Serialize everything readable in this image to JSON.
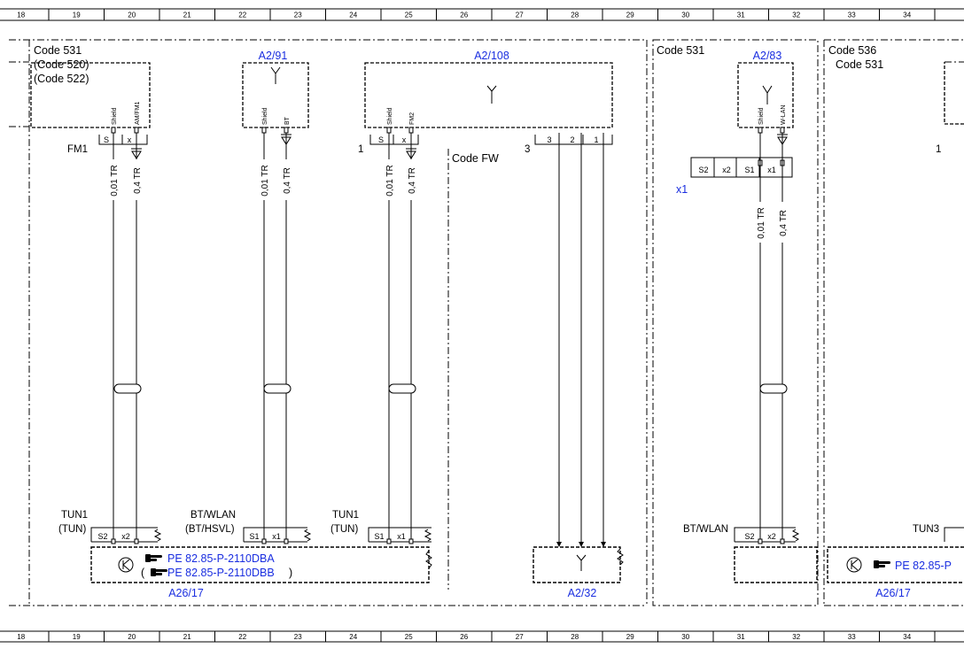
{
  "grid": {
    "columns": [
      "18",
      "19",
      "20",
      "21",
      "22",
      "23",
      "24",
      "25",
      "26",
      "27",
      "28",
      "29",
      "30",
      "31",
      "32",
      "33",
      "34"
    ]
  },
  "colors": {
    "link": "#1a2ee0",
    "line": "#000000"
  },
  "icons": [
    "antenna-icon",
    "tuner-icon",
    "pointing-hand-icon",
    "shielded-cable-icon",
    "connector-arrow-icon"
  ],
  "labels": {
    "code531_a": "Code 531",
    "code520": "(Code 520)",
    "code522": "(Code 522)",
    "a2_91": "A2/91",
    "a2_108": "A2/108",
    "code531_b": "Code 531",
    "a2_83": "A2/83",
    "code536": "Code 536",
    "code531_c": "Code 531",
    "fm1": "FM1",
    "num1_a": "1",
    "num3": "3",
    "num1_b": "1",
    "code_fw": "Code FW",
    "x1": "x1",
    "tun1_a": "TUN1",
    "tun_a": "(TUN)",
    "btwlan_a": "BT/WLAN",
    "bthsvl": "(BT/HSVL)",
    "tun1_b": "TUN1",
    "tun_b": "(TUN)",
    "btwlan_b": "BT/WLAN",
    "tun3": "TUN3",
    "a26_17_a": "A26/17",
    "a2_32": "A2/32",
    "a26_17_b": "A26/17"
  },
  "pins": {
    "shield": "Shield",
    "amfm1": "AM/FM1",
    "bt": "BT",
    "fm2": "FM2",
    "wlan": "W-LAN",
    "s": "S",
    "x": "x",
    "s1": "S1",
    "s2": "S2",
    "x1": "x1",
    "x2": "x2",
    "n3": "3",
    "n2": "2",
    "n1": "1"
  },
  "wires": {
    "shield_wire": "0,01 TR",
    "signal_wire": "0,4 TR"
  },
  "links": {
    "pe_dba": "PE 82.85-P-2110DBA",
    "pe_dbb": "PE 82.85-P-2110DBB",
    "pe_trunc": "PE 82.85-P",
    "paren_open": "(",
    "paren_close": ")"
  }
}
